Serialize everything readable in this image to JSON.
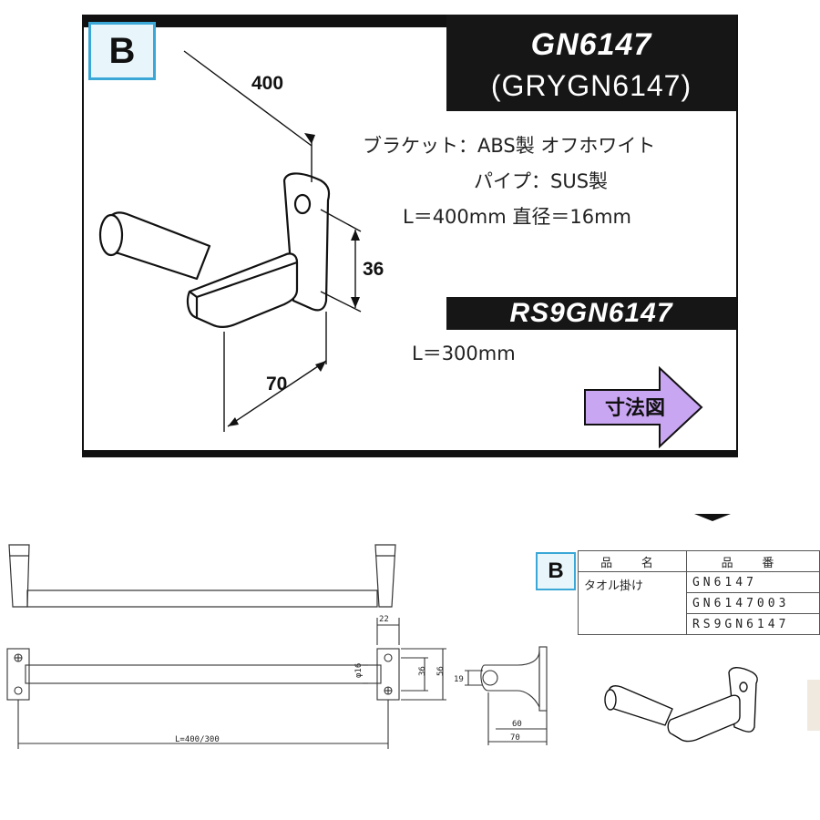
{
  "badge": "B",
  "model": {
    "name": "GN6147",
    "alt_code": "(GRYGN6147)"
  },
  "specs": {
    "bracket": "ブラケット：ABS製 オフホワイト",
    "pipe": "パイプ：SUS製",
    "length_diameter": "L＝400mm 直径＝16mm"
  },
  "variant": {
    "name": "RS9GN6147",
    "length": "L＝300mm"
  },
  "dimensions": {
    "projection": "400",
    "height": "36",
    "depth": "70"
  },
  "dimension_button": "寸法図",
  "drawing_labels": {
    "top_width": "22",
    "pipe_diameter": "φ16",
    "bracket_height_inner": "36",
    "bracket_height_outer": "56",
    "side_offset": "19",
    "depth_inner": "60",
    "depth_outer": "70",
    "length": "L=400/300"
  },
  "parts_table": {
    "headers": [
      "品 名",
      "品 番"
    ],
    "product_name": "タオル掛け",
    "part_numbers": [
      "GN6147",
      "GN6147003",
      "RS9GN6147"
    ]
  },
  "colors": {
    "accent_blue": "#3aa7d6",
    "button_purple": "#c9a6f2",
    "black": "#161616"
  },
  "icons": [
    "towel-bar-3d-illustration",
    "arrow-right-icon"
  ]
}
